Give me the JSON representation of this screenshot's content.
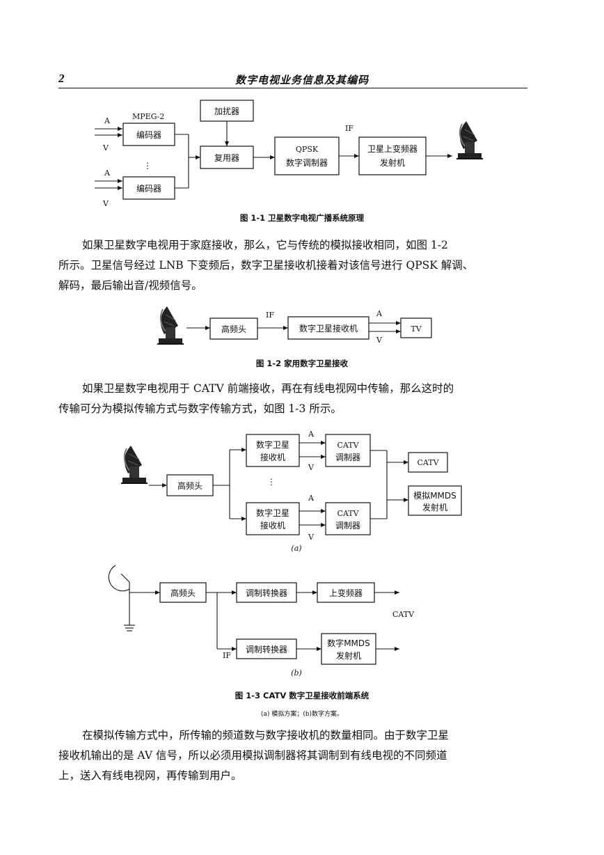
{
  "header": {
    "page_number": "2",
    "running_title": "数字电视业务信息及其编码"
  },
  "fig1": {
    "in_a": "A",
    "mpeg": "MPEG-2",
    "in_v": "V",
    "dots": "⋮",
    "encoder1": "编码器",
    "encoder2": "编码器",
    "in_a2": "A",
    "in_v2": "V",
    "scrambler": "加扰器",
    "mux": "复用器",
    "qpsk_l1": "QPSK",
    "qpsk_l2": "数字调制器",
    "if_label": "IF",
    "uplink_l1": "卫星上变频器",
    "uplink_l2": "发射机",
    "caption": "图 1-1    卫星数字电视广播系统原理"
  },
  "para1": {
    "lines": [
      "如果卫星数字电视用于家庭接收，那么，它与传统的模拟接收相同，如图 1-2",
      "所示。卫星信号经过 LNB 下变频后，数字卫星接收机接着对该信号进行 QPSK 解调、",
      "解码，最后输出音/视频信号。"
    ]
  },
  "fig2": {
    "lnb": "高频头",
    "if_label": "IF",
    "receiver": "数字卫星接收机",
    "a": "A",
    "v": "V",
    "tv": "TV",
    "caption": "图 1-2  家用数字卫星接收"
  },
  "para2": {
    "lines": [
      "如果卫星数字电视用于 CATV 前端接收，再在有线电视网中传输，那么这时的",
      "传输可分为模拟传输方式与数字传输方式，如图 1-3 所示。"
    ]
  },
  "fig3a": {
    "lnb": "高频头",
    "rx1_l1": "数字卫星",
    "rx1_l2": "接收机",
    "rx2_l1": "数字卫星",
    "rx2_l2": "接收机",
    "a1": "A",
    "v1": "V",
    "a2": "A",
    "v2": "V",
    "dots": "⋮",
    "catvmod1_l1": "CATV",
    "catvmod1_l2": "调制器",
    "catvmod2_l1": "CATV",
    "catvmod2_l2": "调制器",
    "catv": "CATV",
    "mmds_l1": "模拟MMDS",
    "mmds_l2": "发射机",
    "sub": "(a)"
  },
  "fig3b": {
    "lnb": "高频头",
    "conv1": "调制转换器",
    "conv2": "调制转换器",
    "upconv": "上变频器",
    "catv": "CATV",
    "if_label": "IF",
    "dmmds_l1": "数字MMDS",
    "dmmds_l2": "发射机",
    "sub": "(b)"
  },
  "fig3_caption": "图 1-3   CATV 数字卫星接收前端系统",
  "fig3_subcaption": "(a) 模拟方案；(b)数字方案。",
  "para3": {
    "lines": [
      "在模拟传输方式中，所传输的频道数与数字接收机的数量相同。由于数字卫星",
      "接收机输出的是 AV 信号，所以必须用模拟调制器将其调制到有线电视的不同频道",
      "上，送入有线电视网，再传输到用户。"
    ]
  }
}
